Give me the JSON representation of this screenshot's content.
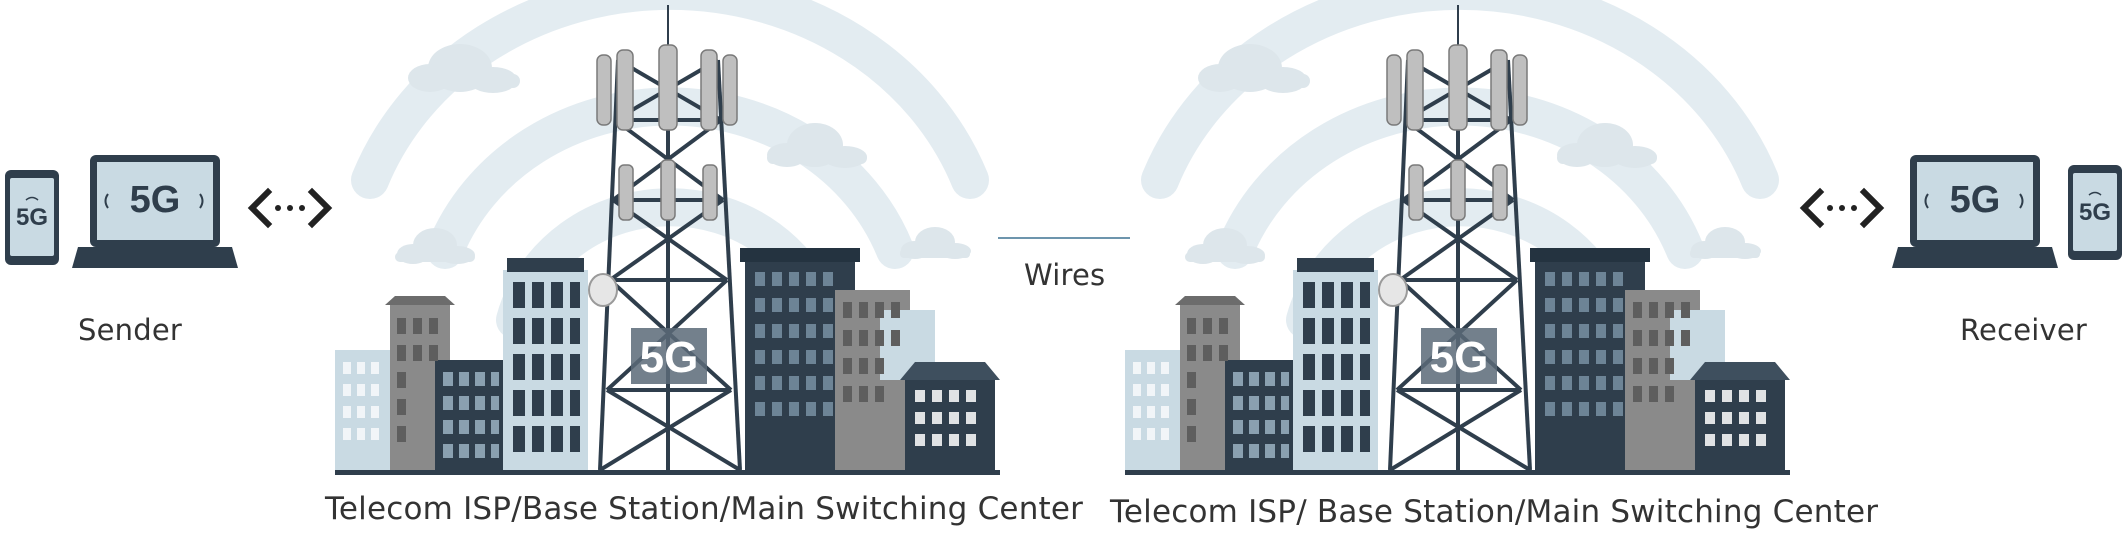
{
  "sender": {
    "label": "Sender",
    "phone_text": "5G",
    "laptop_text": "5G"
  },
  "receiver": {
    "label": "Receiver",
    "phone_text": "5G",
    "laptop_text": "5G"
  },
  "link": {
    "label": "Wires"
  },
  "station_left": {
    "caption": "Telecom ISP/Base Station/Main Switching Center",
    "tower_text": "5G"
  },
  "station_right": {
    "caption": "Telecom ISP/ Base Station/Main Switching Center",
    "tower_text": "5G"
  },
  "colors": {
    "dark": "#2f3e4c",
    "mid_gray": "#8a8a8a",
    "light_blue": "#c9dae3",
    "signal": "#e3ecf1",
    "cloud": "#dde6eb",
    "wire": "#6d95ad"
  }
}
